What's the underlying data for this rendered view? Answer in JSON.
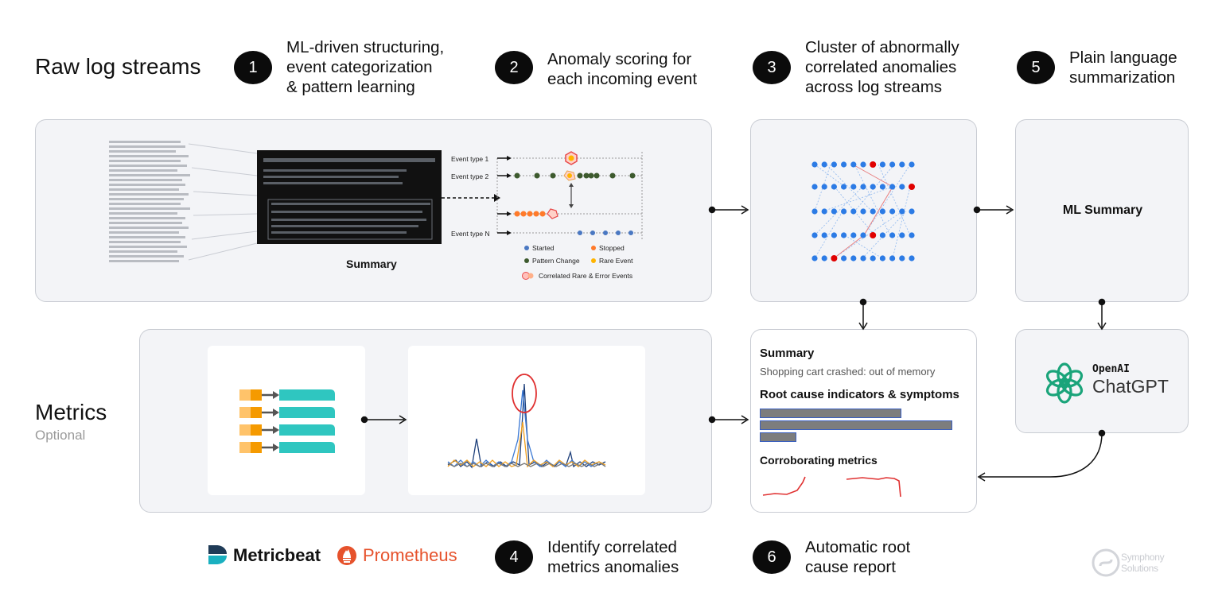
{
  "labels": {
    "raw_logs": "Raw log streams",
    "metrics": "Metrics",
    "metrics_sub": "Optional"
  },
  "steps": [
    {
      "num": "1",
      "text": "ML-driven structuring,\nevent categorization\n& pattern learning"
    },
    {
      "num": "2",
      "text": "Anomaly scoring for\neach incoming event"
    },
    {
      "num": "3",
      "text": "Cluster of abnormally\ncorrelated anomalies\nacross log streams"
    },
    {
      "num": "5",
      "text": "Plain language\nsummarization"
    },
    {
      "num": "4",
      "text": "Identify correlated\nmetrics anomalies"
    },
    {
      "num": "6",
      "text": "Automatic root\ncause report"
    }
  ],
  "raw_panel": {
    "summary_label": "Summary",
    "event_types": [
      "Event type 1",
      "Event type 2",
      "Event type N"
    ],
    "legend": [
      "Started",
      "Stopped",
      "Pattern Change",
      "Rare Event",
      "Correlated Rare & Error Events"
    ]
  },
  "ml_summary": "ML Summary",
  "openai": {
    "brand": "OpenAI",
    "product": "ChatGPT"
  },
  "report": {
    "title": "Summary",
    "subtitle": "Shopping cart crashed: out of memory",
    "indicators": "Root cause indicators & symptoms",
    "corroborating": "Corroborating metrics"
  },
  "logos": {
    "metricbeat": "Metricbeat",
    "prometheus": "Prometheus",
    "symphony_1": "Symphony",
    "symphony_2": "Solutions"
  },
  "colors": {
    "blue": "#2c7be5",
    "red": "#e00000",
    "green_dot": "#3d5a2e",
    "orange": "#ff7a2a",
    "teal": "#2fc6c0",
    "prometheus": "#e6522c"
  }
}
